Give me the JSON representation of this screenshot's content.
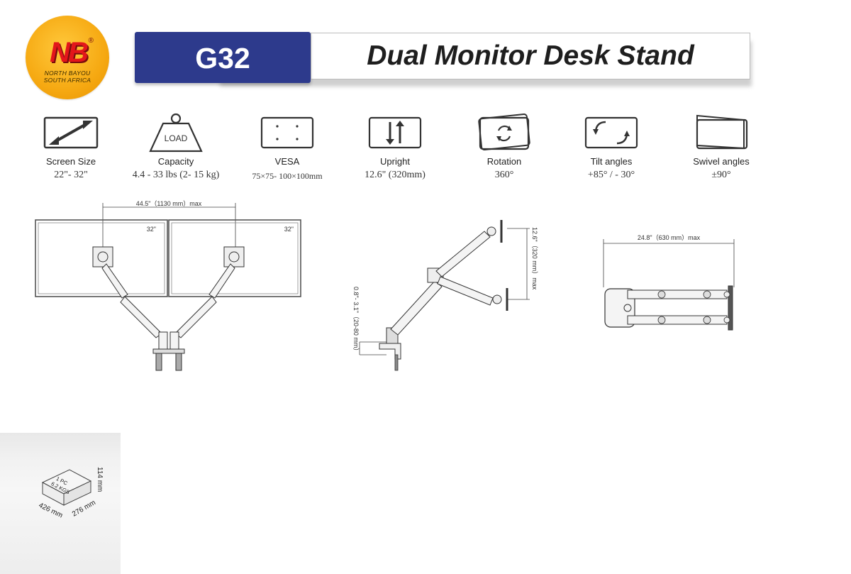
{
  "logo": {
    "mark": "NB",
    "registered": "®",
    "line1": "NORTH BAYOU",
    "line2": "SOUTH AFRICA"
  },
  "header": {
    "model": "G32",
    "title": "Dual Monitor Desk Stand"
  },
  "specs": [
    {
      "icon": "diagonal-arrow-icon",
      "label": "Screen Size",
      "value": "22\"- 32\""
    },
    {
      "icon": "weight-icon",
      "label": "Capacity",
      "value": "4.4 -  33 lbs (2- 15 kg)",
      "icon_text": "LOAD"
    },
    {
      "icon": "vesa-plate-icon",
      "label": "VESA",
      "value": "75×75- 100×100mm"
    },
    {
      "icon": "up-down-arrows-icon",
      "label": "Upright",
      "value": "12.6\" (320mm)"
    },
    {
      "icon": "rotation-icon",
      "label": "Rotation",
      "value": "360°"
    },
    {
      "icon": "tilt-icon",
      "label": "Tilt angles",
      "value": "+85°   /  - 30°"
    },
    {
      "icon": "swivel-icon",
      "label": "Swivel angles",
      "value": "±90°"
    }
  ],
  "drawings": {
    "front": {
      "width_label": "44.5\"（1130 mm）max",
      "screen_left": "32\"",
      "screen_right": "32\""
    },
    "side": {
      "height_label": "12.6\"（320 mm）max",
      "clamp_label": "0.8\"- 3.1\"（20-80 mm）"
    },
    "top": {
      "reach_label": "24.8\"（630 mm）max"
    }
  },
  "package": {
    "pcs": "1 PC",
    "weight": "6.2 KGS",
    "height": "114 mm",
    "width": "276 mm",
    "length": "426 mm"
  },
  "colors": {
    "model_bg": "#2d3a8c",
    "logo_orange": "#f6a912",
    "logo_red": "#e3161b"
  }
}
